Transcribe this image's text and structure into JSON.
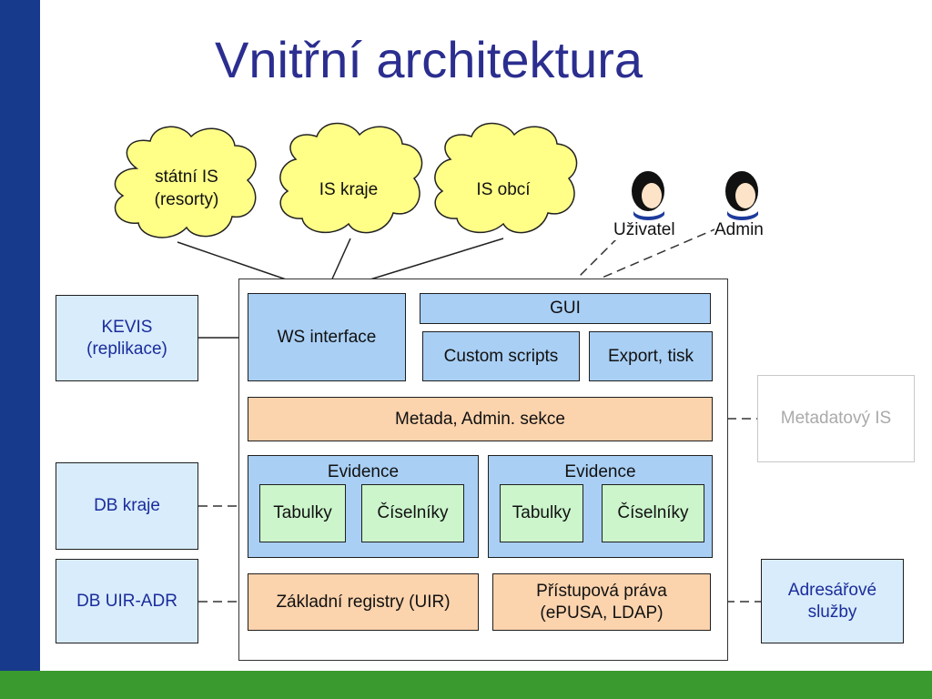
{
  "title": "Vnitřní architektura",
  "clouds": [
    "státní IS\n(resorty)",
    "IS kraje",
    "IS obcí"
  ],
  "users": [
    "Uživatel",
    "Admin"
  ],
  "left_boxes": {
    "kevis": "KEVIS\n(replikace)",
    "db_kraje": "DB kraje",
    "db_uir": "DB UIR-ADR"
  },
  "right_boxes": {
    "metadatovy": "Metadatový IS",
    "adresarove": "Adresářové\nslužby"
  },
  "inner": {
    "ws_interface": "WS interface",
    "gui": "GUI",
    "custom_scripts": "Custom scripts",
    "export": "Export, tisk",
    "metadata": "Metada, Admin. sekce",
    "evidence_1": "Evidence",
    "evidence_2": "Evidence",
    "tabulky_1": "Tabulky",
    "ciselniky_1": "Číselníky",
    "tabulky_2": "Tabulky",
    "ciselniky_2": "Číselníky",
    "zakladni": "Základní registry (UIR)",
    "pristupova": "Přístupová práva\n(ePUSA, LDAP)"
  },
  "colors": {
    "sidebar": "#173a8c",
    "footer": "#3a9a2f",
    "title": "#2b2e8f",
    "component_blue": "#a9cff4",
    "component_orange": "#fbd3ad",
    "component_green": "#ccf5cc",
    "external_box": "#d8ecfb"
  },
  "icons": [
    "cloud-shape",
    "person-icon"
  ]
}
